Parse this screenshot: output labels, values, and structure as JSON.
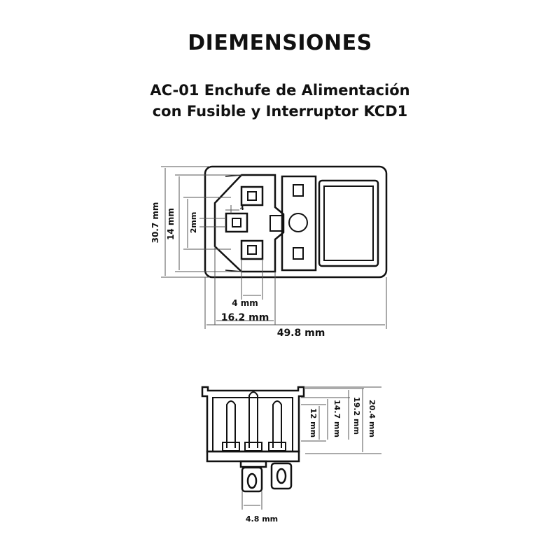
{
  "heading": {
    "title": "DIEMENSIONES",
    "subtitle_line1": "AC-01 Enchufe de Alimentación",
    "subtitle_line2": "con Fusible y Interruptor KCD1"
  },
  "front_view": {
    "dim_total_height": "30.7 mm",
    "dim_inlet_height": "14 mm",
    "dim_pin_spacing": "2mm",
    "dim_pin_width": "4 mm",
    "dim_inlet_width": "16.2 mm",
    "dim_total_width": "49.8 mm",
    "dim_small_marker": "4"
  },
  "side_view": {
    "dim_12": "12 mm",
    "dim_14_7": "14.7 mm",
    "dim_19_2": "19.2 mm",
    "dim_20_4": "20.4 mm",
    "dim_terminal_width": "4.8 mm"
  },
  "colors": {
    "line": "#111111",
    "dim_line": "#555555",
    "background": "#ffffff"
  }
}
